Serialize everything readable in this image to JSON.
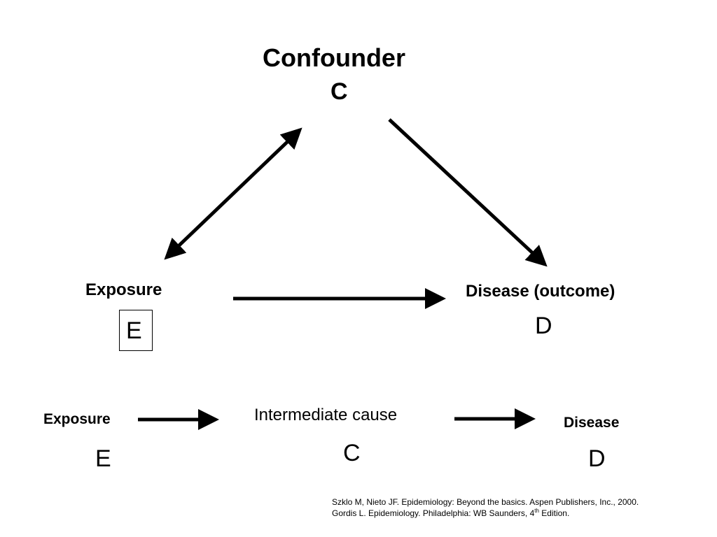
{
  "confounder": {
    "title": "Confounder",
    "letter": "C"
  },
  "exposure": {
    "label": "Exposure",
    "letter": "E"
  },
  "disease_outcome": {
    "label": "Disease (outcome)",
    "letter": "D"
  },
  "chain": {
    "exposure_label": "Exposure",
    "exposure_letter": "E",
    "intermediate_label": "Intermediate cause",
    "intermediate_letter": "C",
    "disease_label": "Disease",
    "disease_letter": "D"
  },
  "citations": {
    "line1": "Szklo M, Nieto JF. Epidemiology: Beyond the basics. Aspen Publishers, Inc., 2000.",
    "line2_before": "Gordis L. Epidemiology. Philadelphia: WB Saunders, 4",
    "line2_sup": "th",
    "line2_after": " Edition."
  },
  "colors": {
    "ink": "#000000",
    "background": "#ffffff"
  }
}
